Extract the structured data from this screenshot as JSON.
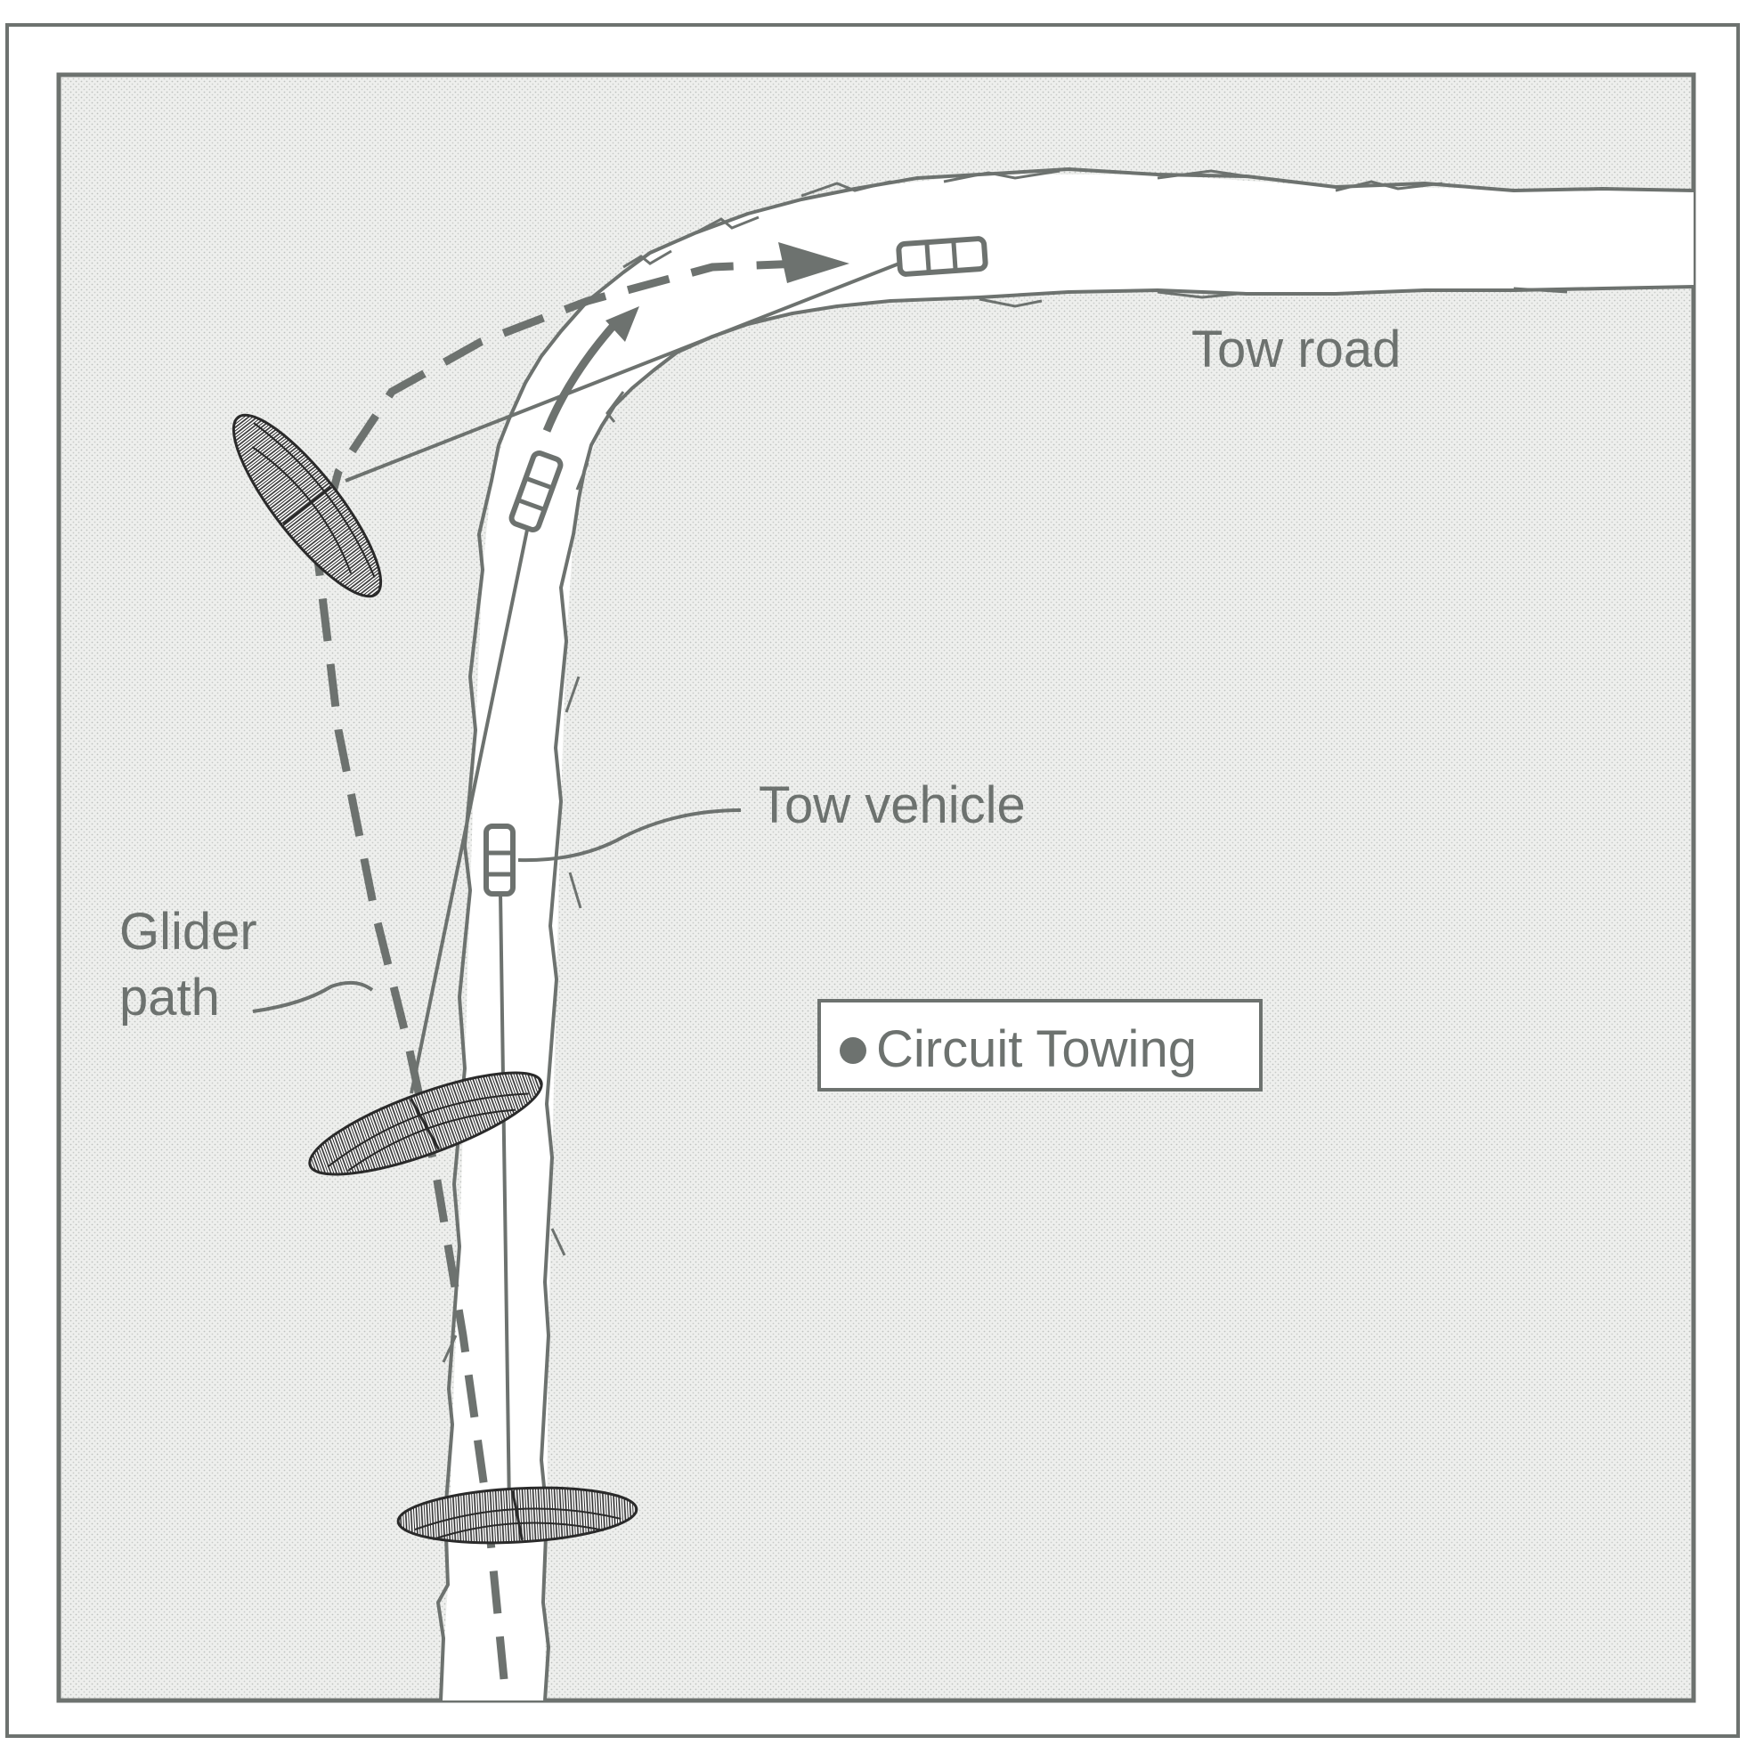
{
  "labels": {
    "tow_road": "Tow road",
    "tow_vehicle": "Tow vehicle",
    "glider_path_line1": "Glider",
    "glider_path_line2": "path"
  },
  "legend": {
    "text": "Circuit Towing"
  },
  "colors": {
    "ink": "#6d726f",
    "field": "#e9eae8",
    "road": "#ffffff",
    "glider_ink": "#2a2a2a"
  }
}
